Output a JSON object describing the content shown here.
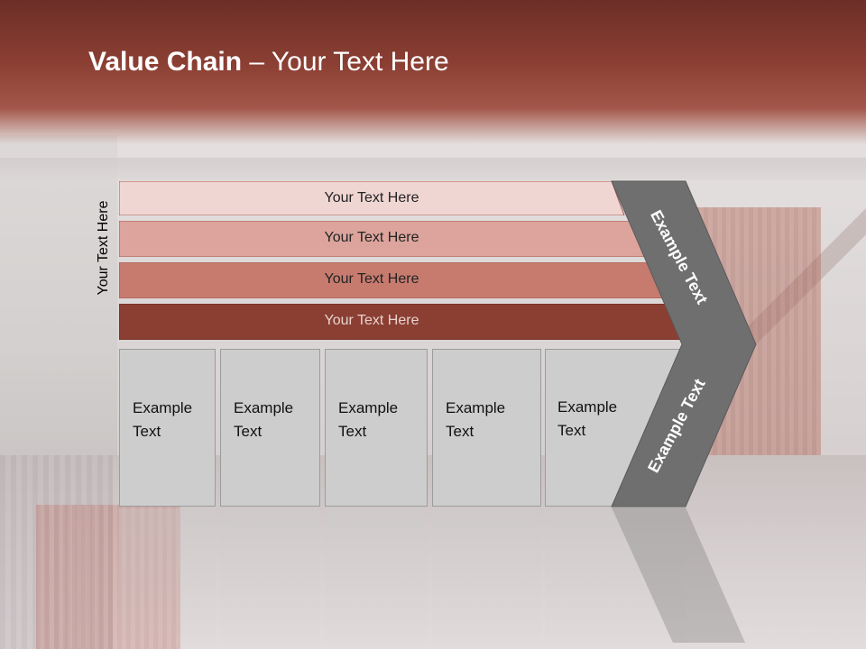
{
  "slide": {
    "title_bold": "Value Chain",
    "title_rest": " – Your Text Here",
    "side_label": "Your Text Here",
    "bars": [
      {
        "label": "Your Text Here",
        "color": "#f0d6d3"
      },
      {
        "label": "Your Text Here",
        "color": "#dca49c"
      },
      {
        "label": "Your Text Here",
        "color": "#c77b6f"
      },
      {
        "label": "Your Text Here",
        "color": "#8b3f33"
      }
    ],
    "boxes": [
      {
        "label": "Example\nText"
      },
      {
        "label": "Example\nText"
      },
      {
        "label": "Example\nText"
      },
      {
        "label": "Example\nText"
      },
      {
        "label": "Example\nText"
      }
    ],
    "chevron_top_label": "Example Text",
    "chevron_bottom_label": "Example Text",
    "colors": {
      "header": "#8c3f33",
      "chevron": "#6f6f6f",
      "box": "#cdcdcd"
    }
  }
}
